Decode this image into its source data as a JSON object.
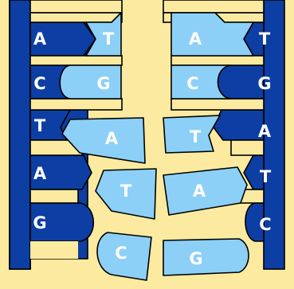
{
  "colors": {
    "background": "#fbeaa0",
    "backbone": "#0d3ea3",
    "new_base": "#8cd0f7"
  },
  "left_strand": {
    "template_bases": [
      "A",
      "C",
      "T",
      "A",
      "G"
    ],
    "paired_bases": [
      "T",
      "G",
      "A",
      "T",
      "C"
    ]
  },
  "right_strand": {
    "template_bases": [
      "T",
      "G",
      "A",
      "T",
      "C"
    ],
    "paired_bases": [
      "A",
      "C",
      "T",
      "A",
      "G"
    ]
  }
}
